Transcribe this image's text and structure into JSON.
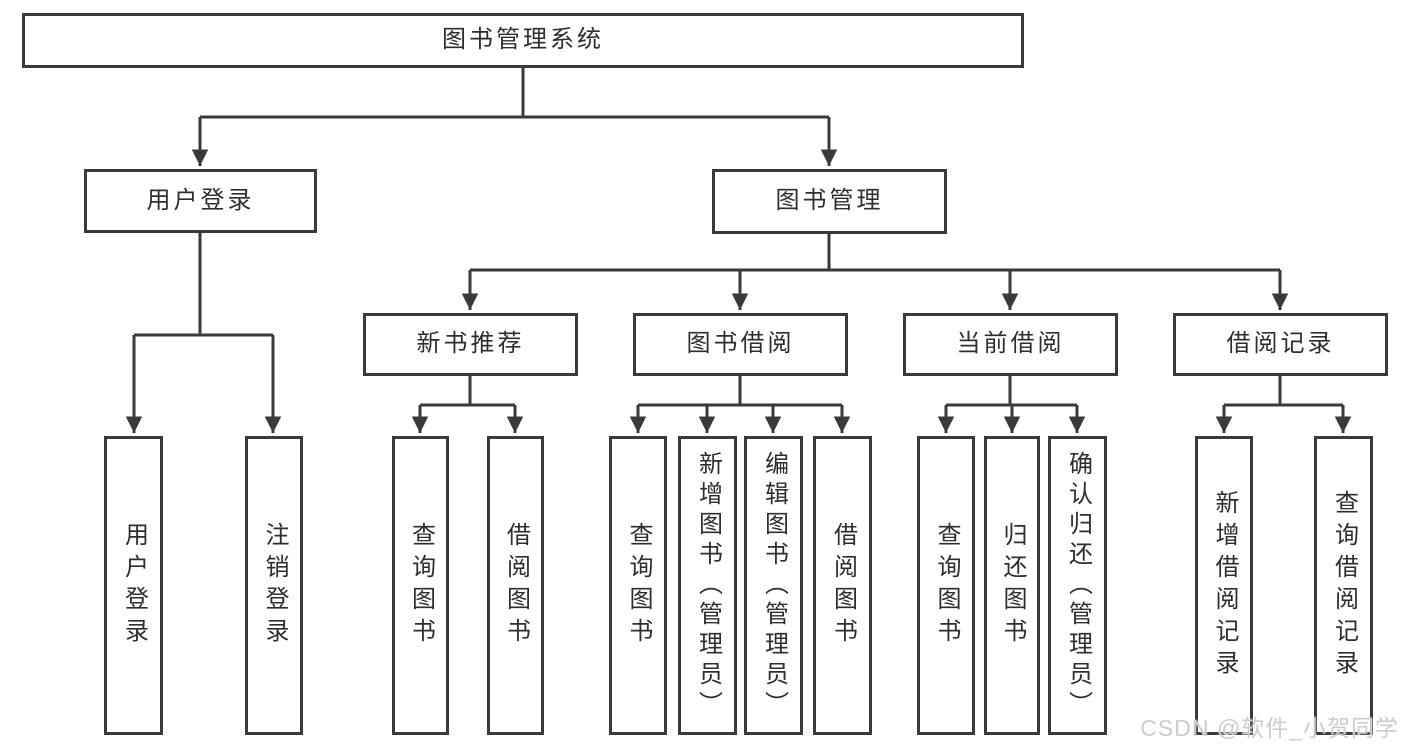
{
  "diagram": {
    "root": {
      "label": "图书管理系统"
    },
    "branches": [
      {
        "label": "用户登录",
        "children": [
          {
            "label": "用户登录"
          },
          {
            "label": "注销登录"
          }
        ]
      },
      {
        "label": "图书管理",
        "children": [
          {
            "label": "新书推荐",
            "children": [
              {
                "label": "查询图书"
              },
              {
                "label": "借阅图书"
              }
            ]
          },
          {
            "label": "图书借阅",
            "children": [
              {
                "label": "查询图书"
              },
              {
                "label": "新增图书（管理员）"
              },
              {
                "label": "编辑图书（管理员）"
              },
              {
                "label": "借阅图书"
              }
            ]
          },
          {
            "label": "当前借阅",
            "children": [
              {
                "label": "查询图书"
              },
              {
                "label": "归还图书"
              },
              {
                "label": "确认归还（管理员）"
              }
            ]
          },
          {
            "label": "借阅记录",
            "children": [
              {
                "label": "新增借阅记录"
              },
              {
                "label": "查询借阅记录"
              }
            ]
          }
        ]
      }
    ],
    "line_color": "#3a3a3a",
    "box_border_color": "#3a3a3a",
    "text_color": "#2e2e2e"
  },
  "watermark": {
    "text": "CSDN @软件_小贺同学",
    "color": "#cccccc"
  }
}
